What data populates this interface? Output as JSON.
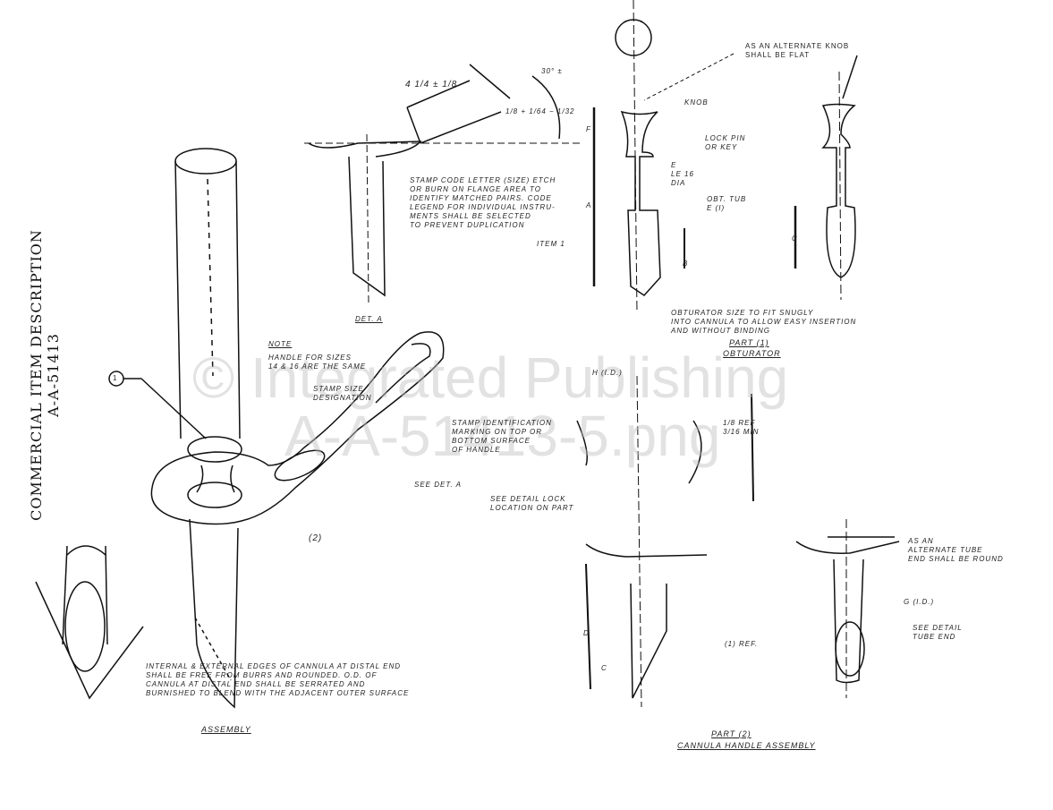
{
  "side_title": "COMMERCIAL ITEM DESCRIPTION A-A-51413",
  "watermark": {
    "line1": "© Integrated Publishing",
    "line2": "A-A-51413-5.png"
  },
  "detail_a": {
    "dim_length": "4 1/4 ± 1/8",
    "dim_width": "1/8 + 1/64 − 1/32",
    "angle": "30° ±",
    "note": "STAMP CODE LETTER (SIZE) ETCH\nOR BURN ON FLANGE AREA TO\nIDENTIFY MATCHED PAIRS. CODE\nLEGEND FOR INDIVIDUAL INSTRU-\nMENTS SHALL BE SELECTED\nTO PREVENT DUPLICATION",
    "item": "ITEM 1",
    "label": "DET. A"
  },
  "obturator": {
    "alt_note": "AS AN ALTERNATE KNOB\nSHALL BE FLAT",
    "knob": "KNOB",
    "dim_f": "F",
    "dim_a": "A",
    "dim_c": "C",
    "dim_b": "B",
    "note_key": "LOCK PIN\nOR KEY",
    "note_e": "E\nLE 16\nDIA",
    "note_mid": "OBT. TUB\nE (I)",
    "note_bottom": "OBTURATOR SIZE TO FIT SNUGLY\nINTO CANNULA TO ALLOW EASY INSERTION\nAND WITHOUT BINDING",
    "part": "PART (1)",
    "name": "OBTURATOR"
  },
  "assembly": {
    "note_title": "NOTE",
    "note_text": "HANDLE FOR SIZES\n14 & 16 ARE THE SAME",
    "stamp_size": "STAMP SIZE\nDESIGNATION",
    "stamp_id": "STAMP IDENTIFICATION\nMARKING ON TOP OR\nBOTTOM SURFACE\nOF HANDLE",
    "see_det": "SEE DET. A",
    "callout_1": "1",
    "callout_2": "(2)",
    "edge_note": "INTERNAL & EXTERNAL EDGES OF CANNULA AT DISTAL END\nSHALL BE FREE FROM BURRS AND ROUNDED. O.D. OF\nCANNULA AT DISTAL END SHALL BE SERRATED AND\nBURNISHED TO BLEND WITH THE ADJACENT OUTER SURFACE",
    "title": "ASSEMBLY"
  },
  "cannula": {
    "dim_h": "H (I.D.)",
    "dim_g": "G (I.D.)",
    "dim_d": "D",
    "dim_ref": "(1) REF.",
    "dim_small": "1/8 REF\n3/16 MIN",
    "lock_note": "SEE DETAIL LOCK\nLOCATION ON PART",
    "alt_note": "AS AN\nALTERNATE TUBE\nEND SHALL BE ROUND",
    "end_note": "SEE DETAIL\nTUBE END",
    "c_label": "C",
    "part": "PART (2)",
    "name": "CANNULA HANDLE ASSEMBLY"
  }
}
